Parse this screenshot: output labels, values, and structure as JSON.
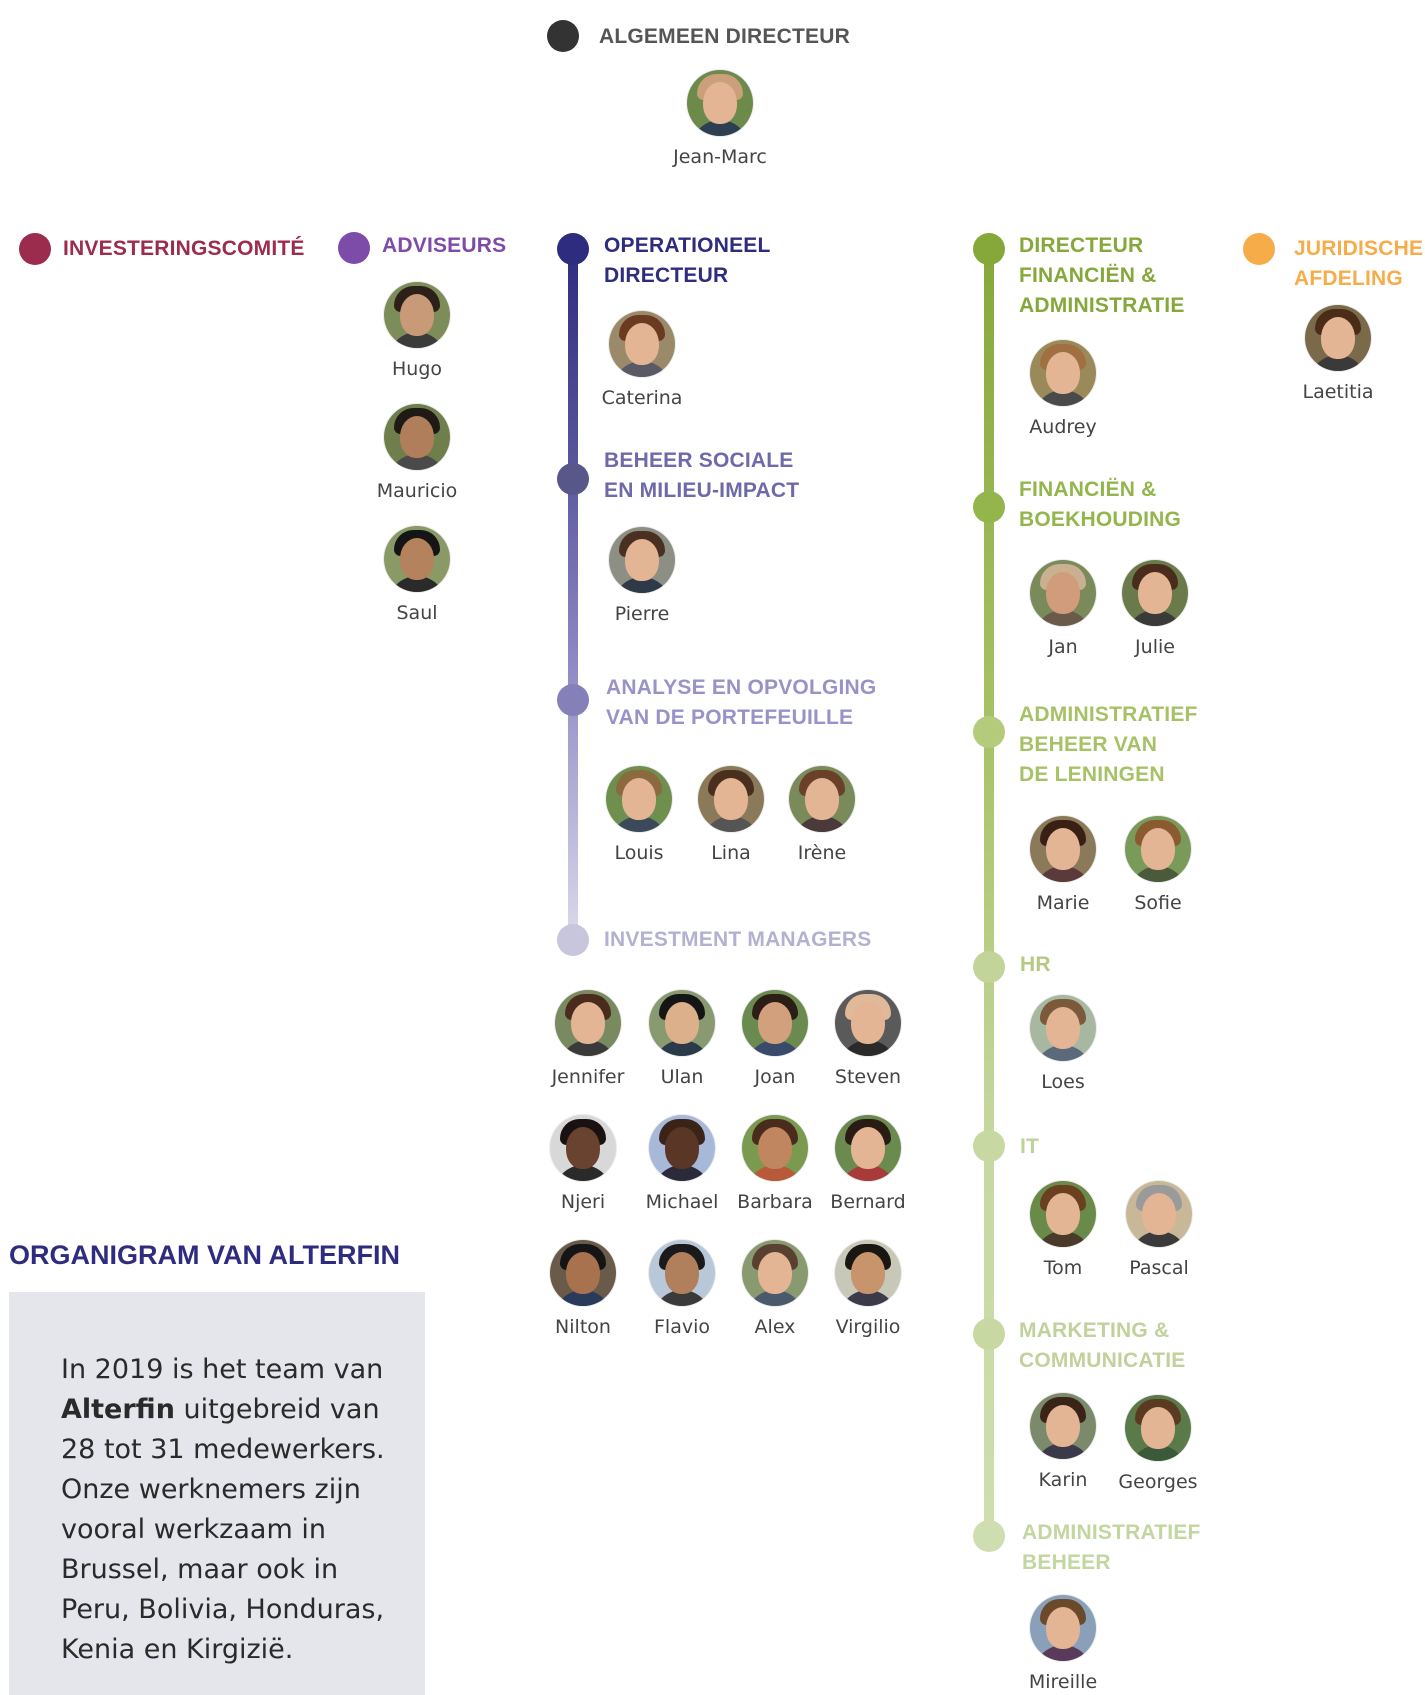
{
  "colors": {
    "ceo": "#333333",
    "investment_committee": "#9b2c4d",
    "advisors": "#7d4ba8",
    "operations_dark": "#2e2c7e",
    "operations_mid": "#7d77b6",
    "operations_light": "#c7c6dc",
    "finance_dark": "#86a83a",
    "finance_light": "#c7d8a2",
    "legal": "#f6ac49"
  },
  "ceo": {
    "heading": "ALGEMEEN DIRECTEUR",
    "name": "Jean-Marc"
  },
  "investment_committee": {
    "heading": "INVESTERINGSCOMITÉ"
  },
  "advisors": {
    "heading": "ADVISEURS",
    "people": [
      "Hugo",
      "Mauricio",
      "Saul"
    ]
  },
  "operations": {
    "director_heading": "OPERATIONEEL\nDIRECTEUR",
    "director": "Caterina",
    "impact_heading": "BEHEER SOCIALE\nEN MILIEU-IMPACT",
    "impact_people": [
      "Pierre"
    ],
    "portfolio_heading": "ANALYSE EN OPVOLGING\nVAN DE PORTEFEUILLE",
    "portfolio_people": [
      "Louis",
      "Lina",
      "Irène"
    ],
    "managers_heading": "INVESTMENT MANAGERS",
    "managers_people": [
      "Jennifer",
      "Ulan",
      "Joan",
      "Steven",
      "Njeri",
      "Michael",
      "Barbara",
      "Bernard",
      "Nilton",
      "Flavio",
      "Alex",
      "Virgilio"
    ]
  },
  "finance": {
    "director_heading": "DIRECTEUR\nFINANCIËN &\nADMINISTRATIE",
    "director": "Audrey",
    "accounting_heading": "FINANCIËN &\nBOEKHOUDING",
    "accounting_people": [
      "Jan",
      "Julie"
    ],
    "loans_heading": "ADMINISTRATIEF\nBEHEER VAN\nDE LENINGEN",
    "loans_people": [
      "Marie",
      "Sofie"
    ],
    "hr_heading": "HR",
    "hr_people": [
      "Loes"
    ],
    "it_heading": "IT",
    "it_people": [
      "Tom",
      "Pascal"
    ],
    "marketing_heading": "MARKETING &\nCOMMUNICATIE",
    "marketing_people": [
      "Karin",
      "Georges"
    ],
    "admin_heading": "ADMINISTRATIEF\nBEHEER",
    "admin_people": [
      "Mireille"
    ]
  },
  "legal": {
    "heading": "JURIDISCHE\nAFDELING",
    "people": [
      "Laetitia"
    ]
  },
  "sidebar": {
    "title": "ORGANIGRAM VAN ALTERFIN",
    "text_before": "In 2019 is het team van ",
    "text_bold": "Alterfin",
    "text_after": " uitgebreid van 28 tot 31 medewerkers. Onze werknemers zijn vooral werkzaam in Brussel, maar ook in Peru, Bolivia, Honduras, Kenia en Kirgizië."
  }
}
